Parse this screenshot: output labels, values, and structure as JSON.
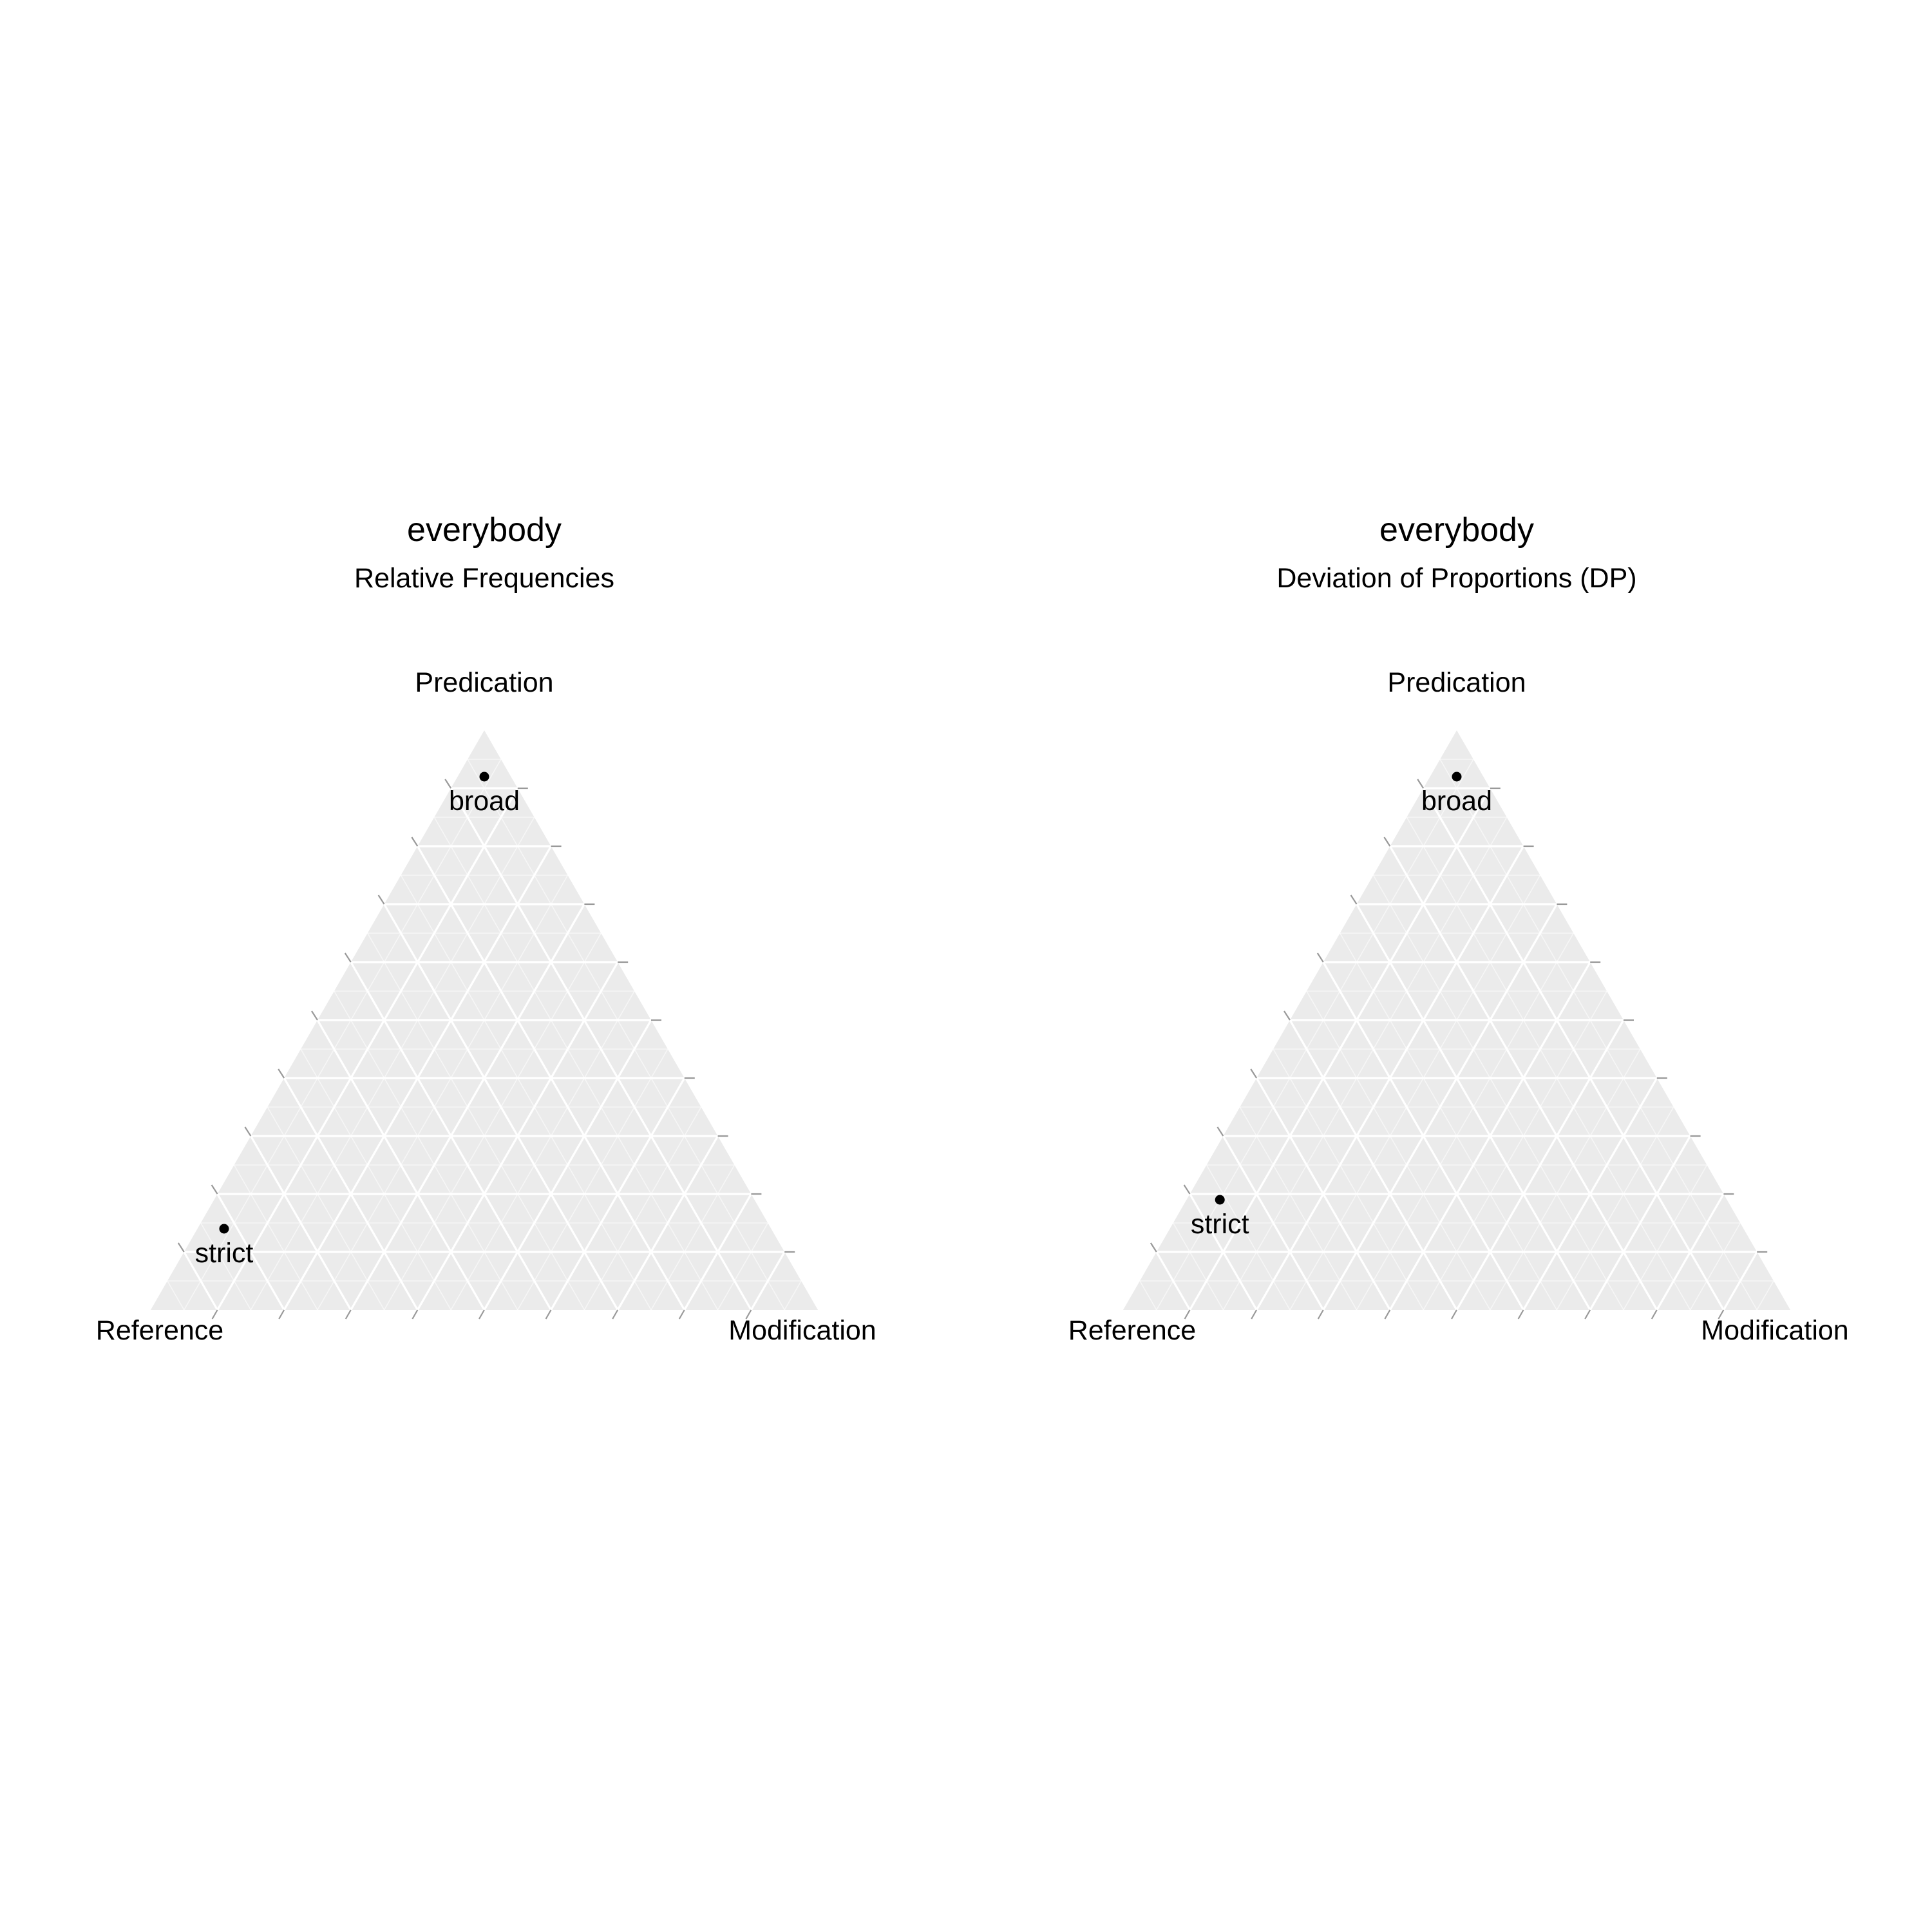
{
  "colors": {
    "panel_background": "#ebebeb",
    "grid_major": "#ffffff",
    "tick": "#999999",
    "point": "#000000",
    "text": "#000000"
  },
  "chart_data": [
    {
      "type": "scatter",
      "subtype": "ternary",
      "title": "everybody",
      "subtitle": "Relative Frequencies",
      "axes": {
        "top": "Predication",
        "left": "Reference",
        "right": "Modification"
      },
      "grid": true,
      "ticks": [
        0,
        0.1,
        0.2,
        0.3,
        0.4,
        0.5,
        0.6,
        0.7,
        0.8,
        0.9,
        1
      ],
      "points": [
        {
          "label": "broad",
          "Predication": 0.92,
          "Reference": 0.04,
          "Modification": 0.04
        },
        {
          "label": "strict",
          "Predication": 0.14,
          "Reference": 0.82,
          "Modification": 0.04
        }
      ]
    },
    {
      "type": "scatter",
      "subtype": "ternary",
      "title": "everybody",
      "subtitle": "Deviation of Proportions (DP)",
      "axes": {
        "top": "Predication",
        "left": "Reference",
        "right": "Modification"
      },
      "grid": true,
      "ticks": [
        0,
        0.1,
        0.2,
        0.3,
        0.4,
        0.5,
        0.6,
        0.7,
        0.8,
        0.9,
        1
      ],
      "points": [
        {
          "label": "broad",
          "Predication": 0.92,
          "Reference": 0.04,
          "Modification": 0.04
        },
        {
          "label": "strict",
          "Predication": 0.19,
          "Reference": 0.76,
          "Modification": 0.05
        }
      ]
    }
  ]
}
